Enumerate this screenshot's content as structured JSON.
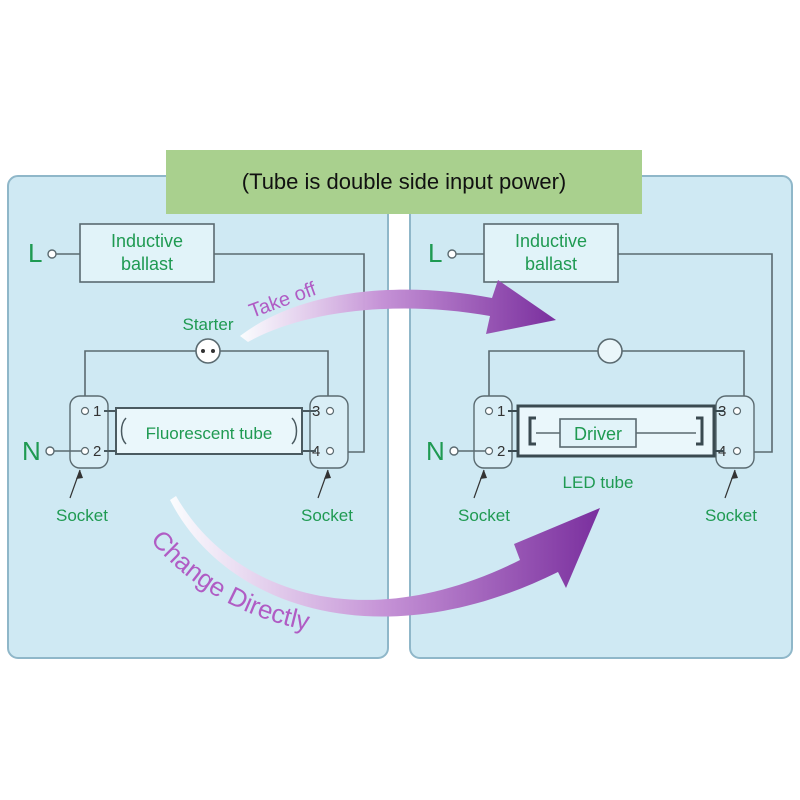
{
  "banner": {
    "text": "(Tube is double side input power)"
  },
  "left_panel": {
    "line_label": "L",
    "neutral_label": "N",
    "ballast_line1": "Inductive",
    "ballast_line2": "ballast",
    "starter_label": "Starter",
    "tube_label": "Fluorescent tube",
    "socket_left_label": "Socket",
    "socket_right_label": "Socket",
    "pin1": "1",
    "pin2": "2",
    "pin3": "3",
    "pin4": "4"
  },
  "right_panel": {
    "line_label": "L",
    "neutral_label": "N",
    "ballast_line1": "Inductive",
    "ballast_line2": "ballast",
    "driver_label": "Driver",
    "tube_label": "LED tube",
    "socket_left_label": "Socket",
    "socket_right_label": "Socket",
    "pin1": "1",
    "pin2": "2",
    "pin3": "3",
    "pin4": "4"
  },
  "arrows": {
    "top_label": "Take off",
    "bottom_label": "Change Directly"
  },
  "colors": {
    "label_green": "#1f9a52",
    "arrow_purple": "#7a2f9e",
    "panel_blue": "#cfe9f3",
    "banner_green": "#a9d08e"
  }
}
